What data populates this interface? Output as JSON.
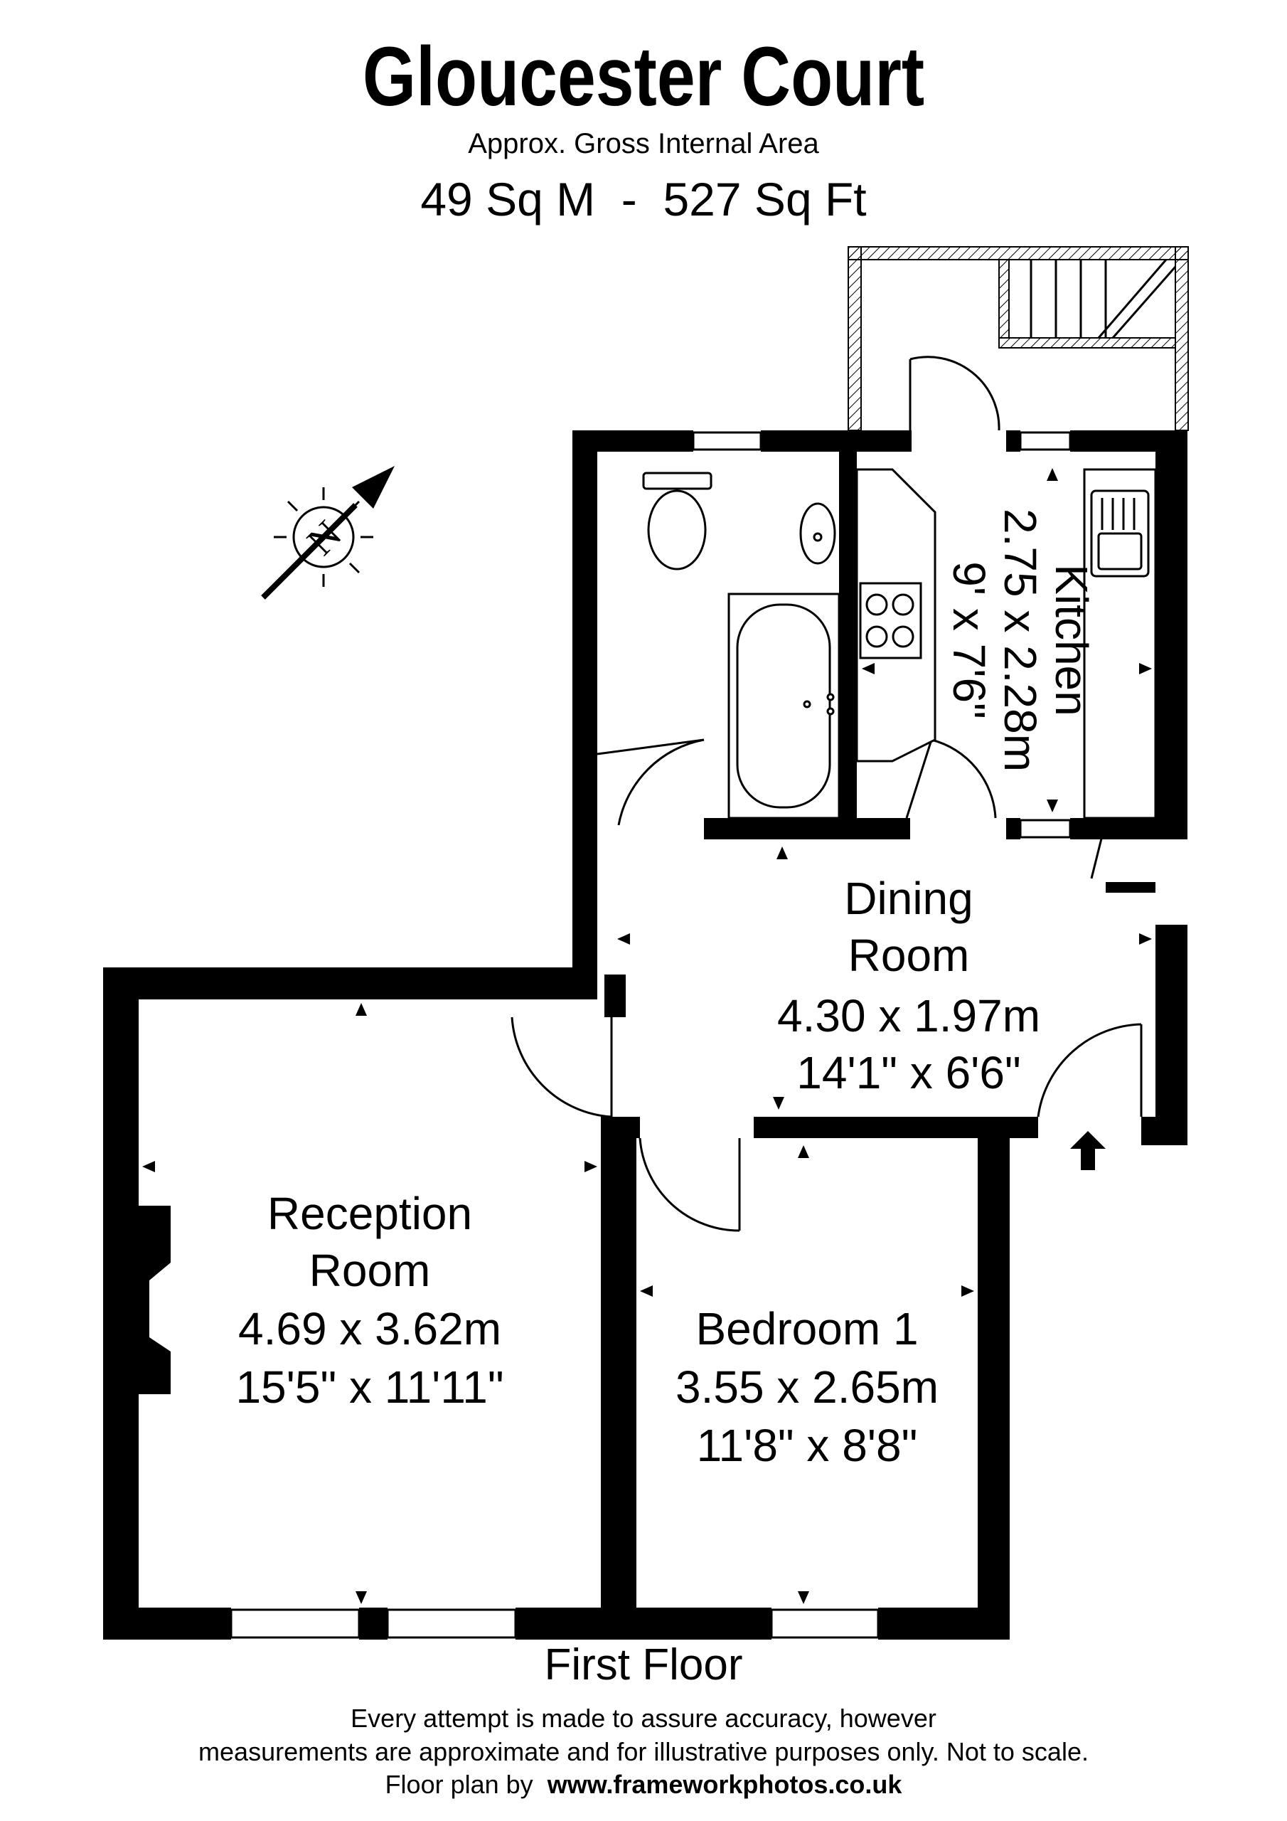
{
  "header": {
    "title": "Gloucester Court",
    "area_label": "Approx. Gross Internal Area",
    "area_value": "49 Sq M  -  527 Sq Ft"
  },
  "compass": {
    "letter": "N"
  },
  "rooms": {
    "kitchen": {
      "name": "Kitchen",
      "metric": "2.75 x 2.28m",
      "imperial": "9' x 7'6\""
    },
    "dining": {
      "name_line1": "Dining",
      "name_line2": "Room",
      "metric": "4.30 x 1.97m",
      "imperial": "14'1\" x 6'6\""
    },
    "reception": {
      "name_line1": "Reception",
      "name_line2": "Room",
      "metric": "4.69 x 3.62m",
      "imperial": "15'5\" x 11'11\""
    },
    "bedroom1": {
      "name": "Bedroom 1",
      "metric": "3.55 x 2.65m",
      "imperial": "11'8\" x 8'8\""
    }
  },
  "floor_label": "First Floor",
  "footer": {
    "line1": "Every attempt is made to assure accuracy, however",
    "line2": "measurements are approximate and for illustrative purposes only. Not to scale.",
    "credit_prefix": "Floor plan by",
    "credit_url": "www.frameworkphotos.co.uk"
  },
  "colors": {
    "wall": "#000000",
    "background": "#ffffff",
    "line": "#000000"
  }
}
